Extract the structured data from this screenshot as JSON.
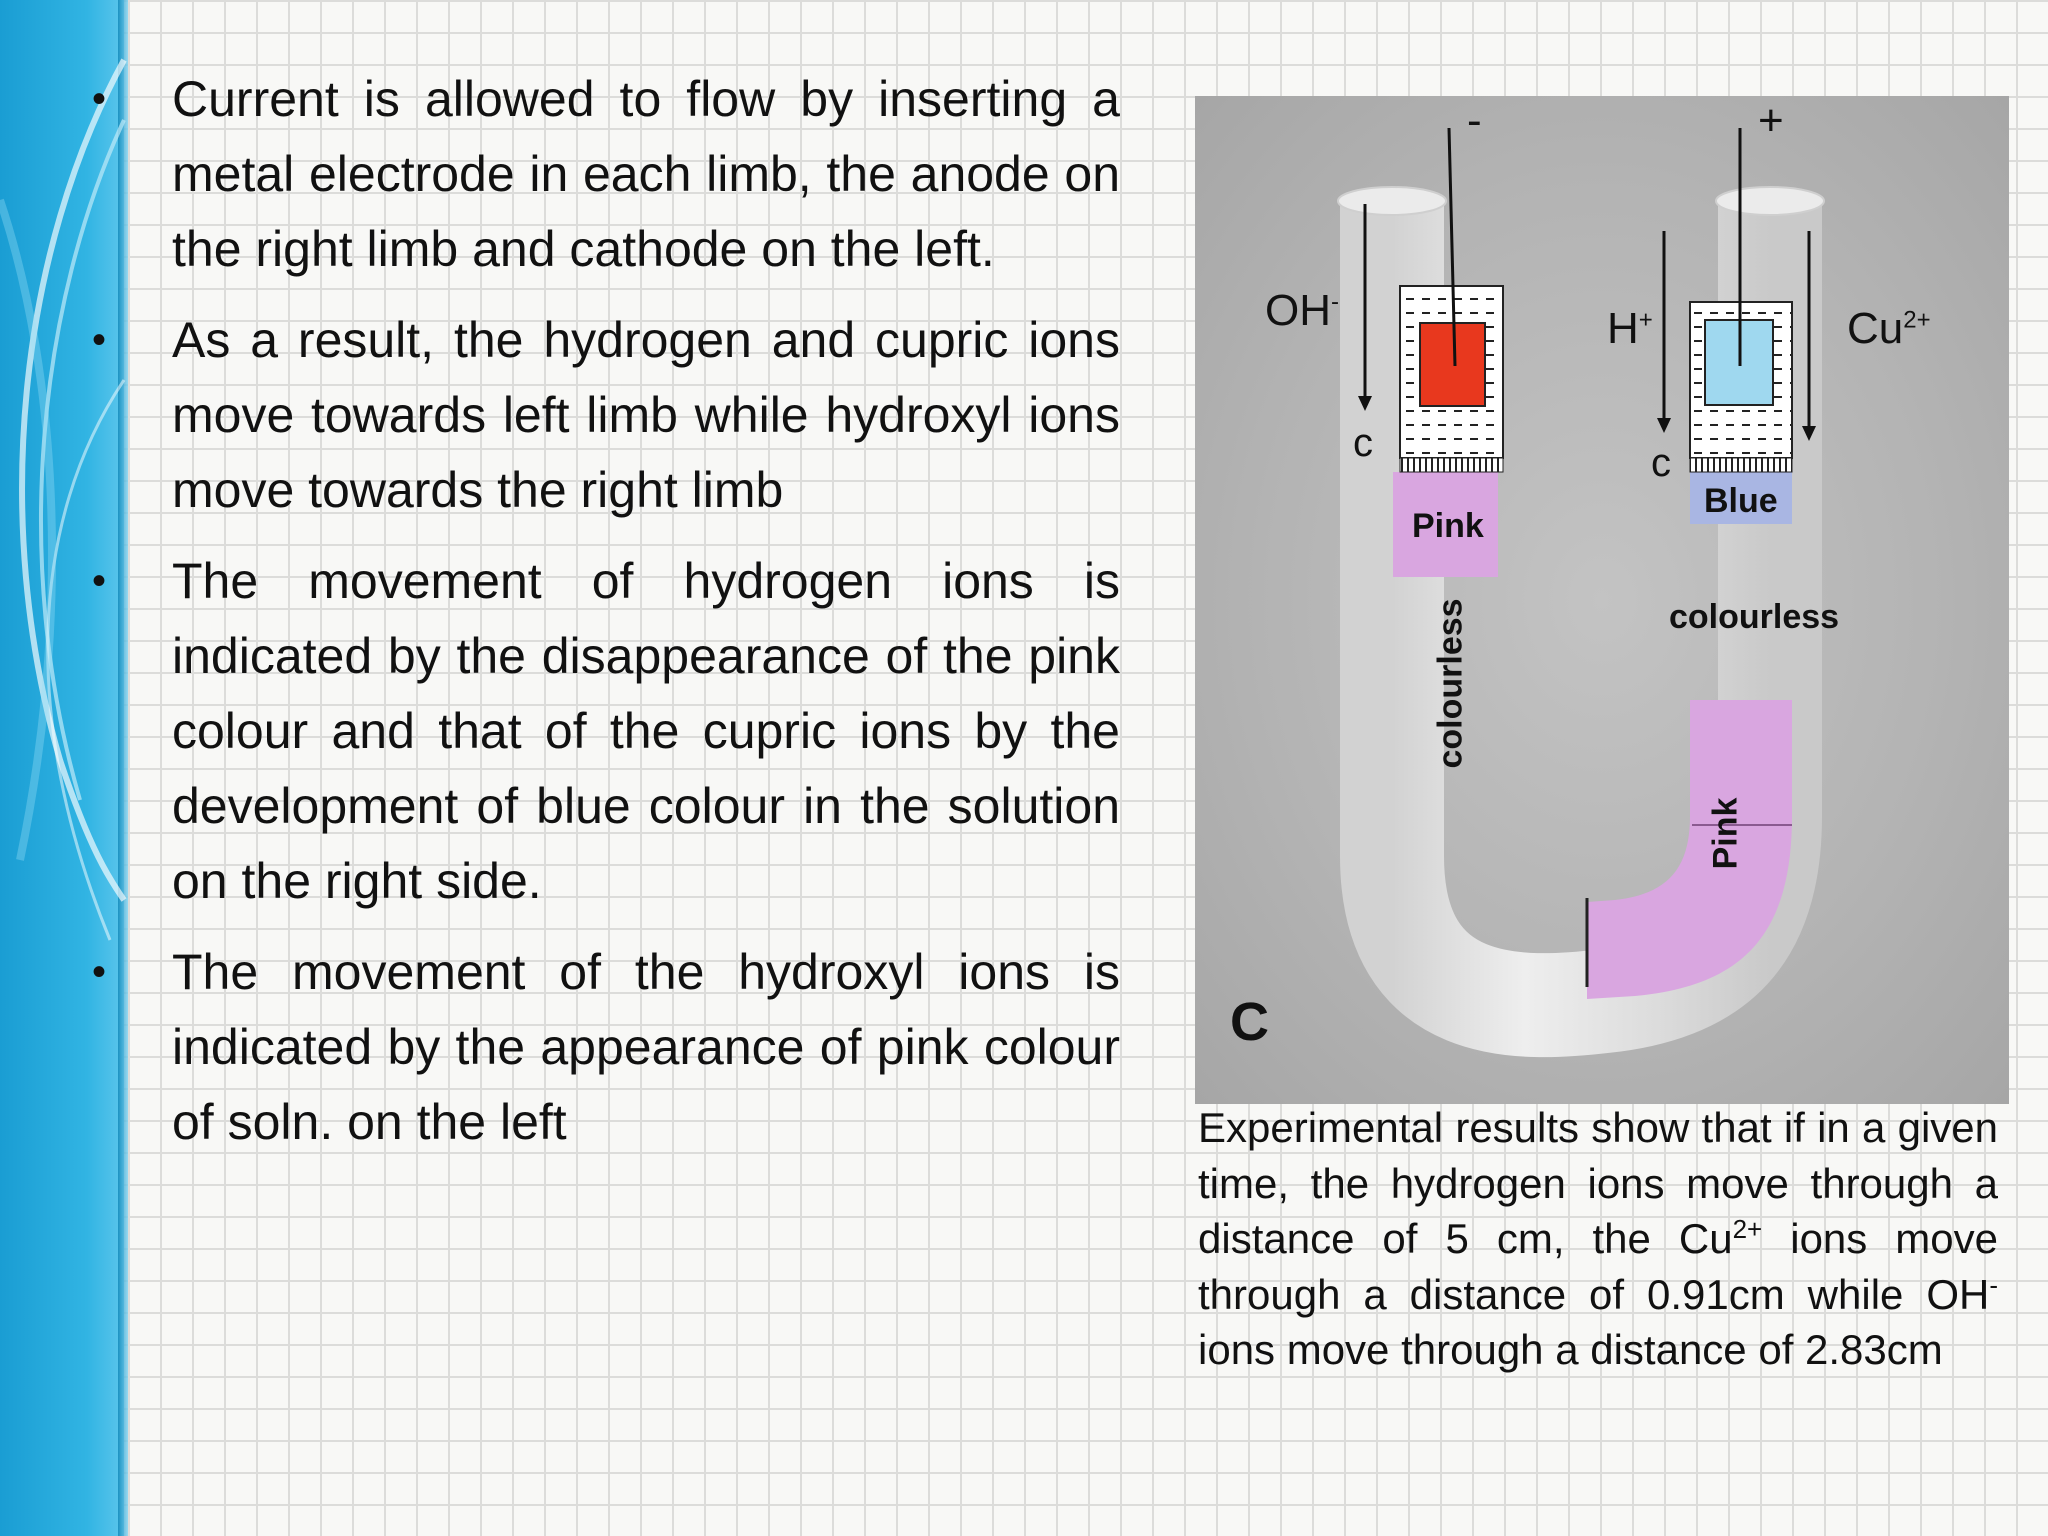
{
  "bullets": [
    {
      "text": "Current is allowed to flow by inserting a metal electrode in each limb, the anode on the right limb and cathode on the left."
    },
    {
      "text": "As a result, the hydrogen and cupric ions move towards left limb while hydroxyl ions move towards the right limb"
    },
    {
      "text": "The movement of hydrogen ions is indicated by the disappearance of the pink colour and that of the cupric ions by the development of blue colour in the solution on the right side."
    },
    {
      "text": "The movement of the hydroxyl ions is indicated by the appearance of pink colour of soln. on the left"
    }
  ],
  "figure": {
    "minus_sign": "-",
    "plus_sign": "+",
    "oh_ion": {
      "base": "OH",
      "charge": "-"
    },
    "h_ion": {
      "base": "H",
      "charge": "+"
    },
    "cu_ion": {
      "base": "Cu",
      "charge": "2+"
    },
    "c_left": "c",
    "c_right": "c",
    "pink_top": "Pink",
    "blue": "Blue",
    "colourless_left": "colourless",
    "colourless_right": "colourless",
    "pink_bottom": "Pink",
    "panel_letter": "C"
  },
  "caption": {
    "part1": "Experimental results show that if in a given time, the hydrogen ions move through a distance of 5 cm, the Cu",
    "sup1": "2+",
    "part2": " ions move through a distance of 0.91cm while OH",
    "sup2": "-",
    "part3": " ions move through a distance of 2.83cm"
  },
  "colors": {
    "pink": "#d9a6e0",
    "blue": "#a9b6e3",
    "red_electrode": "#e8381e",
    "blue_electrode": "#9fd8ef",
    "band_blue": "#1ea3d6"
  }
}
